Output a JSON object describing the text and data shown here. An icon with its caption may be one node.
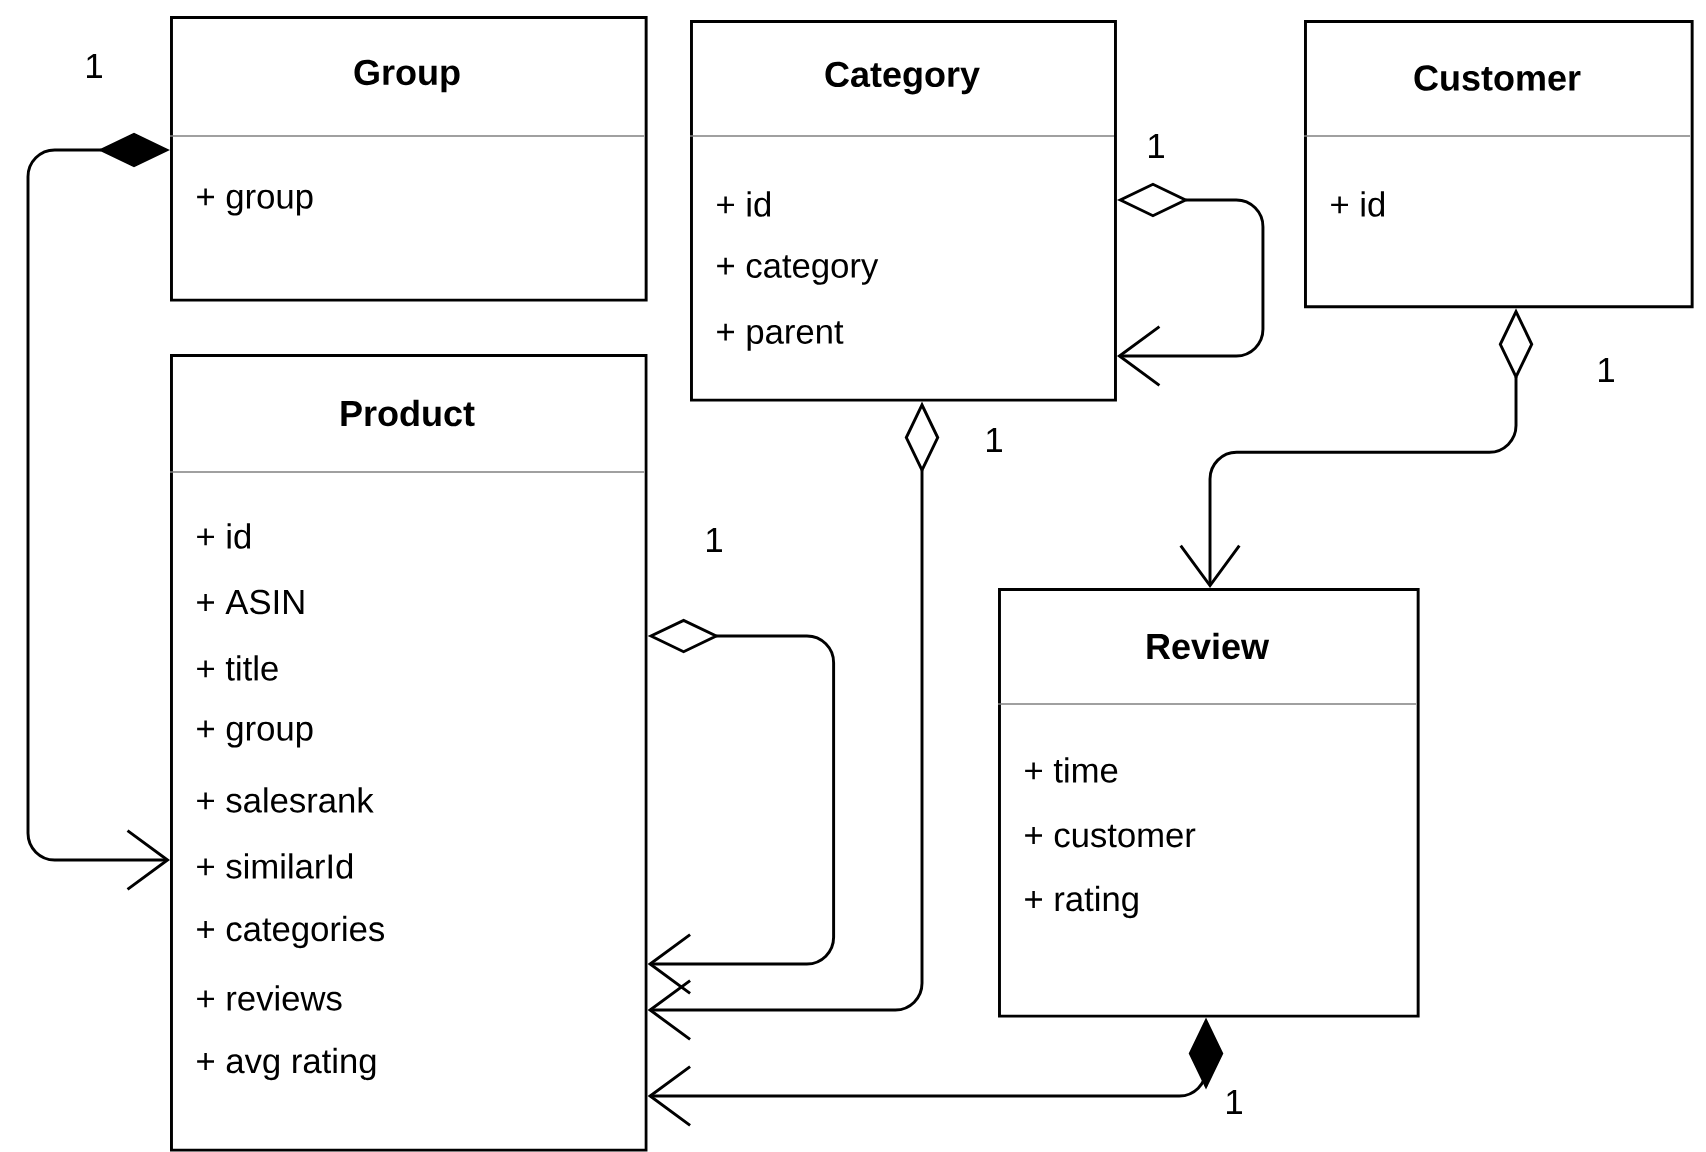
{
  "diagram": {
    "nodes": [
      {
        "text": [
          "Group",
          "+ group"
        ]
      },
      {
        "text": [
          "Category",
          "+ id",
          "+ category",
          "+ parent"
        ]
      },
      {
        "text": [
          "Customer",
          "+ id"
        ]
      },
      {
        "text": [
          "Product",
          "+ id",
          "+ ASIN",
          "+ title",
          "+ group",
          "+ salesrank",
          "+ similarId",
          "+ categories",
          "+ reviews",
          "+ avg rating"
        ]
      },
      {
        "text": [
          "Review",
          "+ time",
          "+ customer",
          "+ rating"
        ]
      }
    ],
    "edges": [
      {
        "from": 0,
        "to": 3,
        "arrow": "to",
        "label": "1"
      },
      {
        "from": 1,
        "to": 1,
        "arrow": "to",
        "label": "1"
      },
      {
        "from": 2,
        "to": 4,
        "arrow": "to",
        "label": "1"
      },
      {
        "from": 3,
        "to": 3,
        "arrow": "to",
        "label": "1"
      },
      {
        "from": 1,
        "to": 3,
        "arrow": "to",
        "label": "1"
      },
      {
        "from": 4,
        "to": 3,
        "arrow": "to",
        "label": "1"
      }
    ]
  }
}
